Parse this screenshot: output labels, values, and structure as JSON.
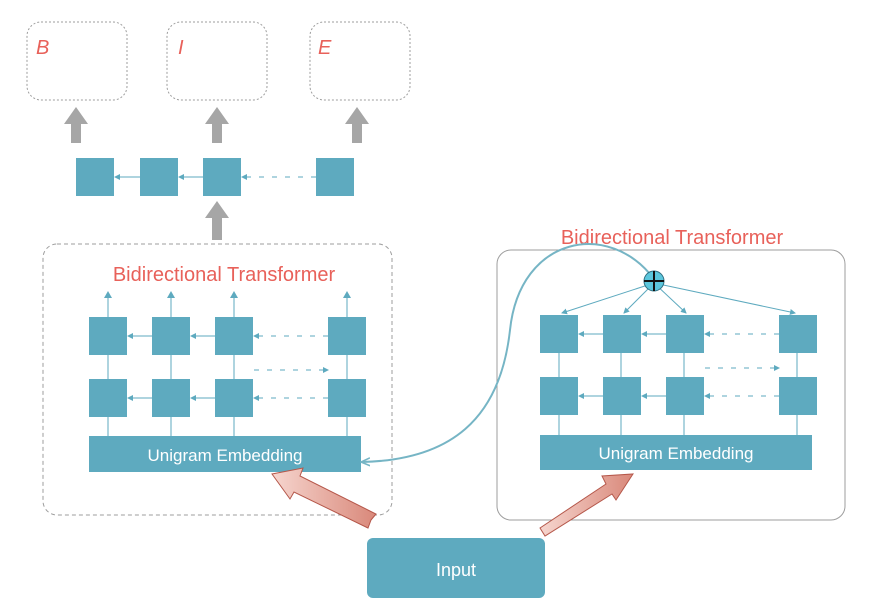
{
  "output_tags": [
    "B",
    "I",
    "E"
  ],
  "left_panel": {
    "title": "Bidirectional Transformer",
    "embedding_label": "Unigram Embedding"
  },
  "right_panel": {
    "title": "Bidirectional Transformer",
    "embedding_label": "Unigram Embedding"
  },
  "input_label": "Input",
  "colors": {
    "node": "#5eaabf",
    "accent_text": "#e8615a",
    "gray_arrow": "#a6a6a6",
    "red_arrow": "#c96b5a",
    "curve": "#76b5c5"
  }
}
